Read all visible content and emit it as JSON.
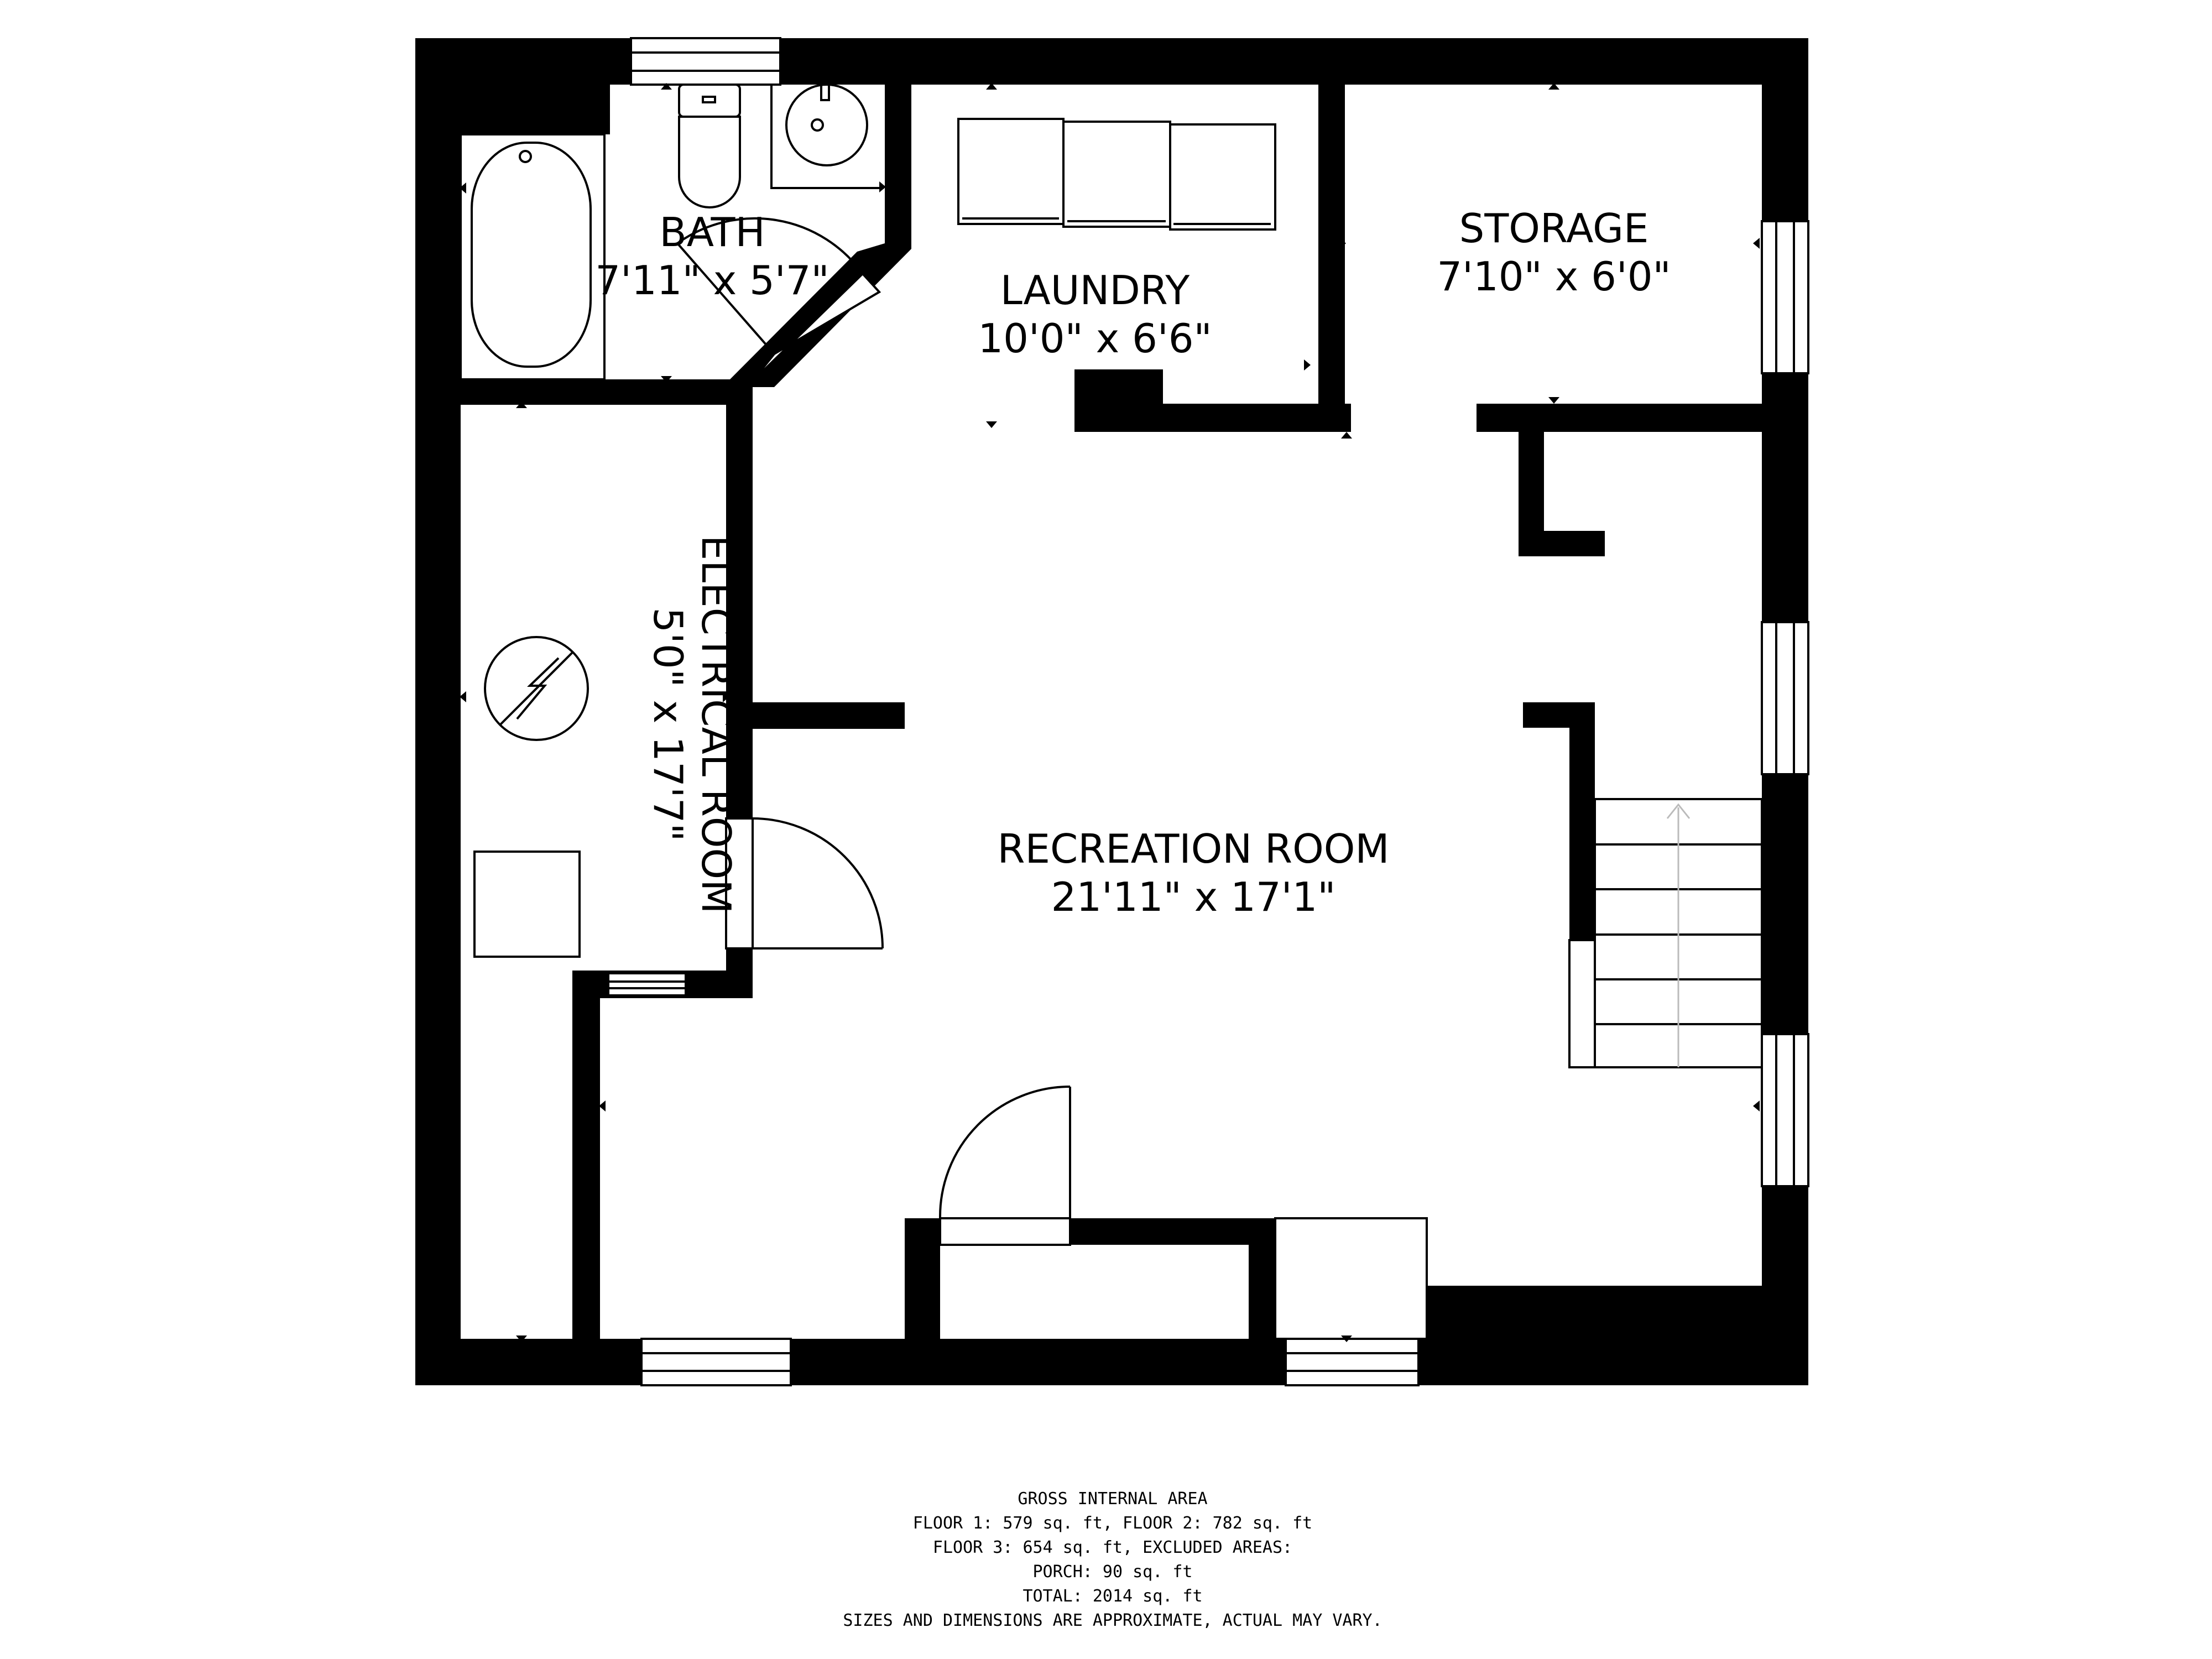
{
  "rooms": {
    "bath": {
      "name": "BATH",
      "dims": "7'11\" x 5'7\""
    },
    "laundry": {
      "name": "LAUNDRY",
      "dims": "10'0\" x 6'6\""
    },
    "storage": {
      "name": "STORAGE",
      "dims": "7'10\" x 6'0\""
    },
    "electrical": {
      "name": "ELECTRICAL ROOM",
      "dims": "5'0\" x 17'7\""
    },
    "recreation": {
      "name": "RECREATION ROOM",
      "dims": "21'11\" x 17'1\""
    }
  },
  "footer": {
    "heading": "GROSS INTERNAL AREA",
    "line1": "FLOOR 1: 579 sq. ft, FLOOR 2: 782 sq. ft",
    "line2": "FLOOR 3: 654 sq. ft, EXCLUDED AREAS:",
    "line3": "PORCH: 90 sq. ft",
    "line4": "TOTAL: 2014 sq. ft",
    "line5": "SIZES AND DIMENSIONS ARE APPROXIMATE, ACTUAL MAY VARY."
  },
  "colors": {
    "wall": "#000000",
    "background": "#ffffff",
    "fixture_line": "#000000",
    "stair_arrow": "#bbbbbb"
  },
  "icons": [
    "electrical-panel-icon",
    "toilet-icon",
    "sink-icon",
    "bathtub-icon",
    "washer-dryer-icon"
  ]
}
